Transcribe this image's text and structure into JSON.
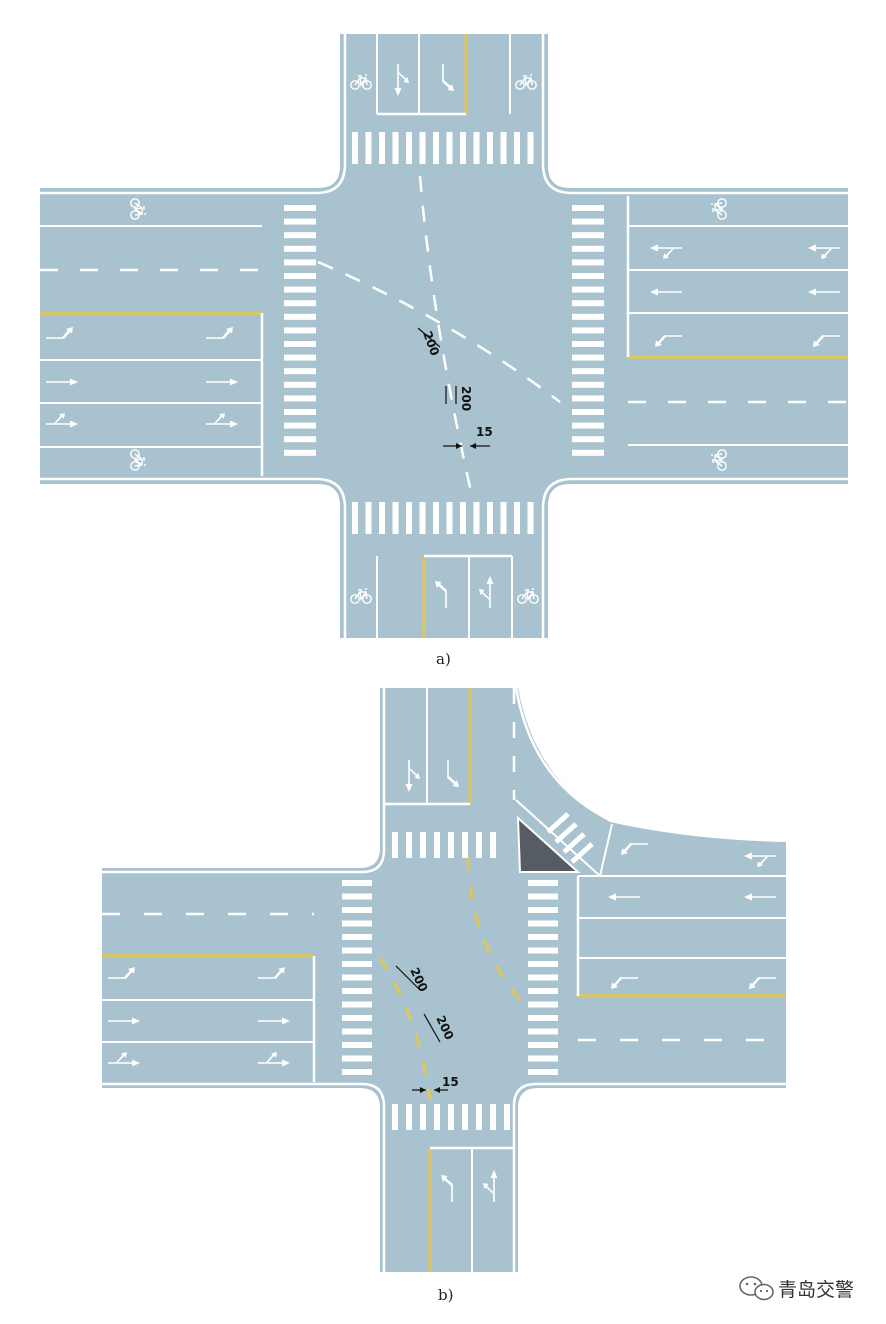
{
  "figures": [
    {
      "caption": "a)",
      "dim_segment": "200",
      "dim_gap": "200",
      "dim_width": "15"
    },
    {
      "caption": "b)",
      "dim_segment": "200",
      "dim_gap": "200",
      "dim_width": "15"
    }
  ],
  "watermark": {
    "text": "青岛交警",
    "icon": "wechat-icon"
  },
  "colors": {
    "pavement": "#a8c3cf",
    "marking_white": "#ffffff",
    "marking_yellow": "#e0c659",
    "island": "#555c62",
    "background": "#ffffff"
  }
}
